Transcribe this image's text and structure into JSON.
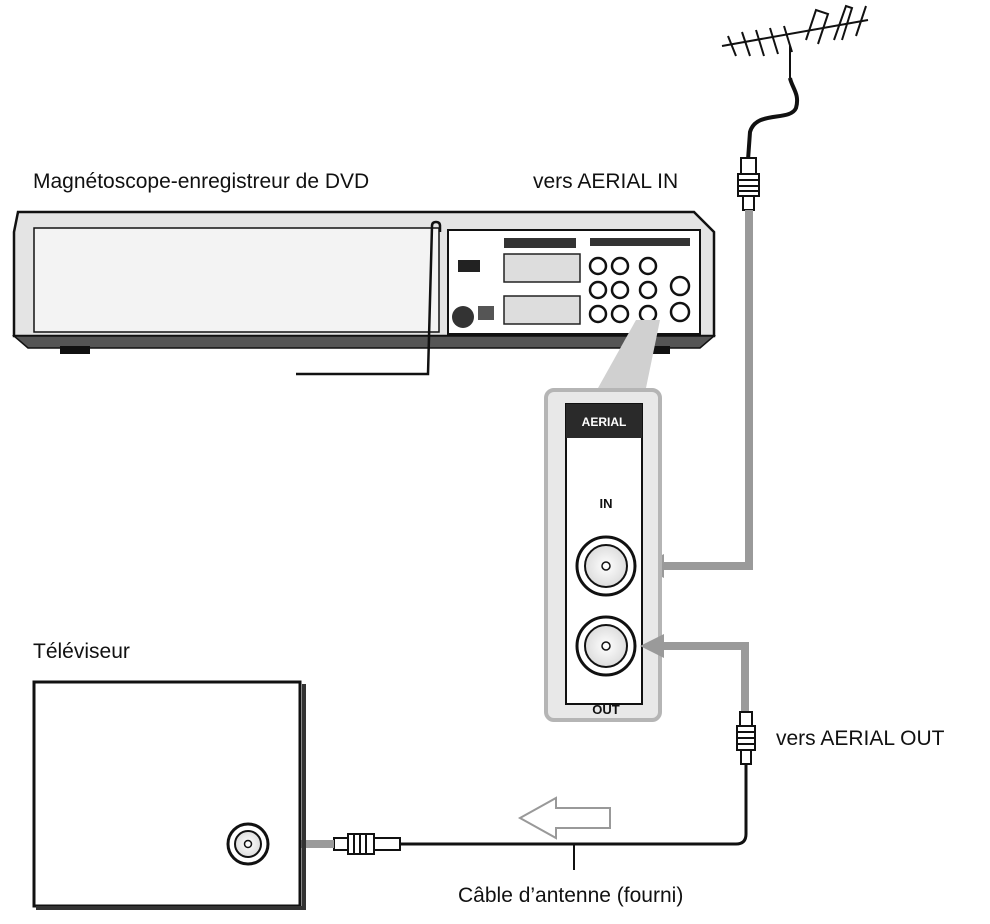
{
  "labels": {
    "recorder": "Magnétoscope-enregistreur de DVD",
    "to_aerial_in": "vers AERIAL IN",
    "tv": "Téléviseur",
    "to_aerial_out": "vers AERIAL OUT",
    "cable": "Câble d’antenne (fourni)"
  },
  "panel": {
    "title": "AERIAL",
    "in": "IN",
    "out": "OUT"
  },
  "colors": {
    "line": "#111111",
    "arrow": "#999999",
    "panel_border": "#b5b5b5",
    "panel_bg": "#ebebeb",
    "panel_header": "#2a2a2a"
  }
}
